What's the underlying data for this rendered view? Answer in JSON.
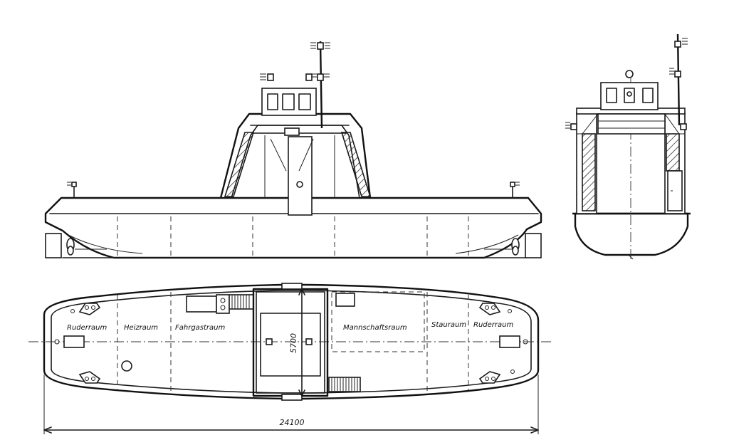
{
  "plan_labels": {
    "ruderraum_aft": "Ruderraum",
    "heizraum": "Heizraum",
    "fahrgastraum": "Fahrgastraum",
    "mannschaftsraum": "Mannschaftsraum",
    "stauraum": "Stauraum",
    "ruderraum_fwd": "Ruderraum"
  },
  "dimensions": {
    "overall_length": "24100",
    "deck_width": "5700"
  },
  "colors": {
    "ink": "#1a1a1a",
    "paper": "#ffffff"
  }
}
